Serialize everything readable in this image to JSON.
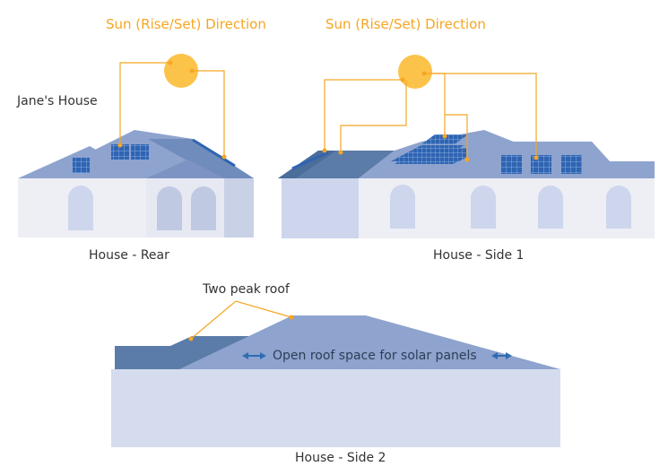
{
  "labels": {
    "sun_left": "Sun (Rise/Set) Direction",
    "sun_right": "Sun (Rise/Set) Direction",
    "janes_house": "Jane's House",
    "house_rear": "House - Rear",
    "house_side1": "House - Side 1",
    "two_peak_roof": "Two peak roof",
    "open_roof_space": "Open roof space for solar panels",
    "house_side2": "House - Side 2"
  },
  "colors": {
    "sun": "#fcc34a",
    "sun_label": "#f5a623",
    "leader_line": "#f5a623",
    "wall": "#eeeff4",
    "wall_shadow": "#cdd4e8",
    "window": "#cdd6ec",
    "roof_light": "#8ea3cd",
    "roof_dark": "#5b7ca8",
    "panel": "#2f64b2",
    "arrow": "#2f6cb3",
    "text": "#333333"
  },
  "icons": {
    "sun": "sun-icon",
    "solar_panel": "solar-panel-icon",
    "double_arrow": "double-arrow-icon"
  }
}
